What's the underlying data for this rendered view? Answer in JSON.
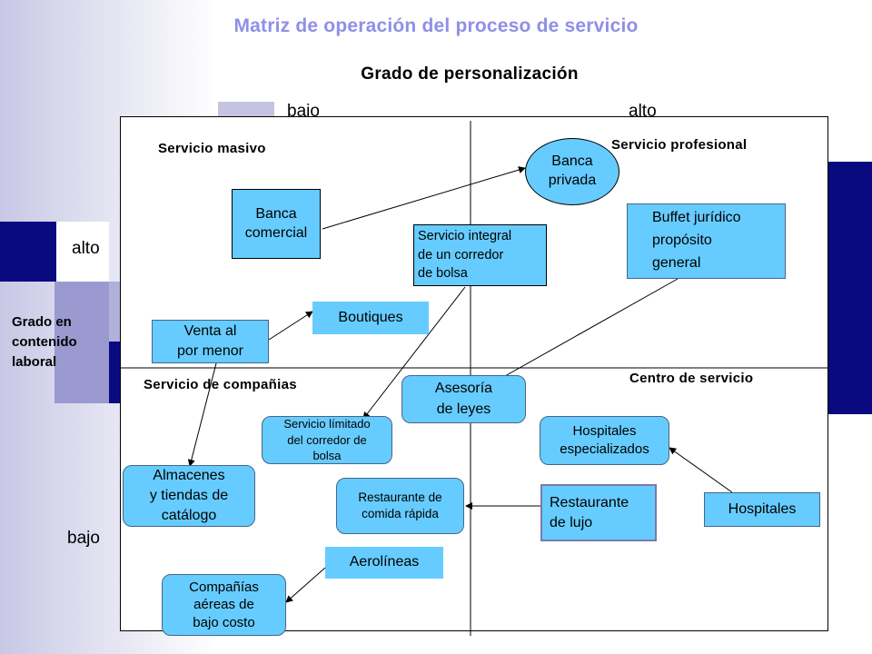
{
  "title": "Matriz de operación del proceso de servicio",
  "x_axis": {
    "title": "Grado de personalización",
    "low": "bajo",
    "high": "alto"
  },
  "y_axis": {
    "title": "Grado en contenido laboral",
    "high": "alto",
    "low": "bajo"
  },
  "quadrants": {
    "top_left": "Servicio masivo",
    "top_right": "Servicio profesional",
    "bottom_left": "Servicio de compañias",
    "bottom_right": "Centro de servicio"
  },
  "nodes": {
    "banca_privada": "Banca\nprivada",
    "banca_comercial": "Banca\ncomercial",
    "servicio_integral": "Servicio integral\nde un corredor\nde bolsa",
    "buffet": "Buffet jurídico\npropósito\ngeneral",
    "boutiques": "Boutiques",
    "venta": "Venta al\npor menor",
    "asesoria": "Asesoría\nde leyes",
    "servicio_limitado": "Servicio límitado\ndel corredor de\nbolsa",
    "hospitales_esp": "Hospitales\nespecializados",
    "almacenes": "Almacenes\ny tiendas de\ncatálogo",
    "restaurante_rapida": "Restaurante de\ncomida rápida",
    "restaurante_lujo": "Restaurante\nde lujo",
    "hospitales": "Hospitales",
    "aerolineas": "Aerolíneas",
    "companias": "Compañías\naéreas de\nbajo costo"
  },
  "colors": {
    "box": "#66ccff",
    "title": "#8f8fe8",
    "accent": "#0a0a80"
  }
}
